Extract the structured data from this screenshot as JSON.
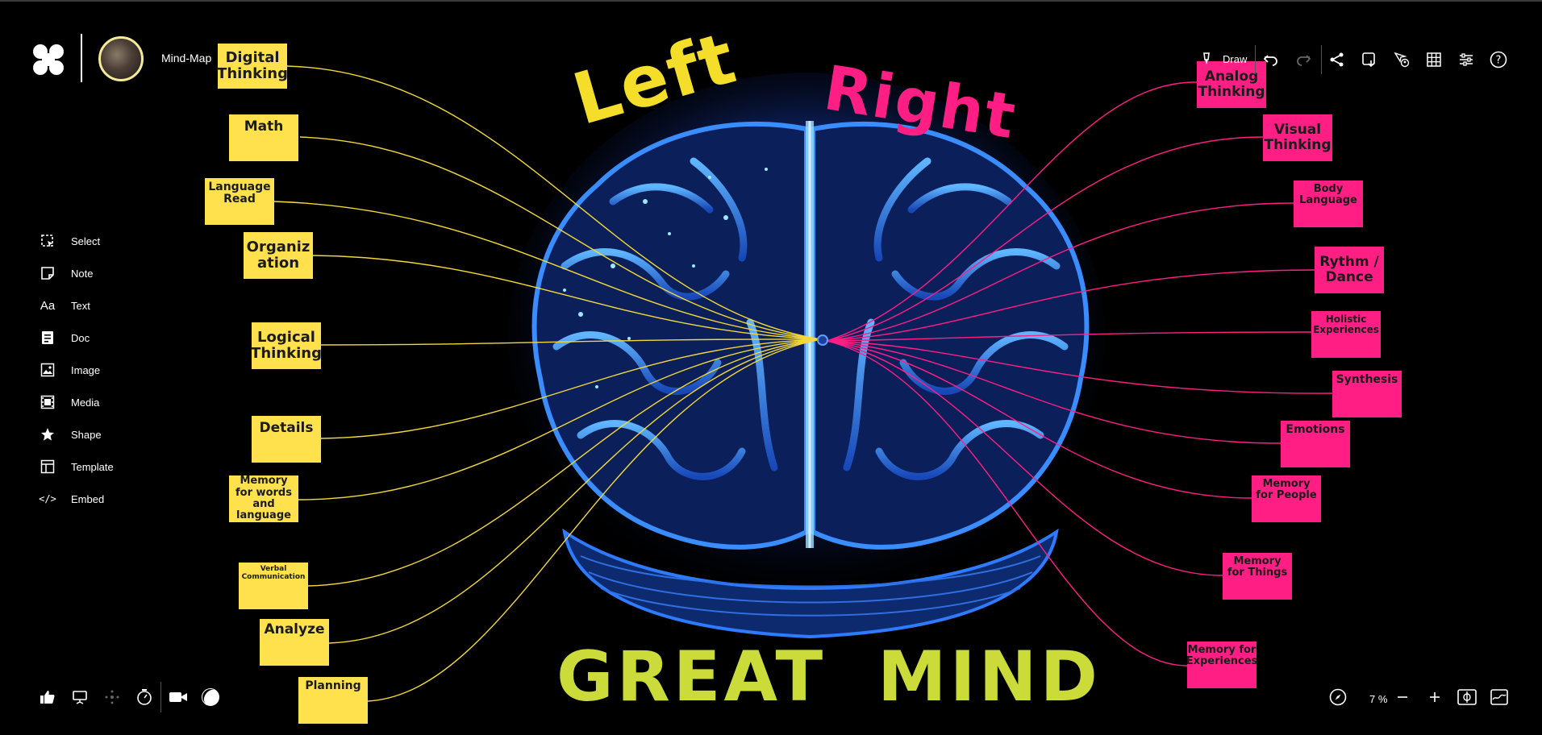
{
  "header": {
    "board_title": "Mind-Map"
  },
  "left_toolbar": {
    "tools": [
      {
        "label": "Select",
        "icon": "select-icon"
      },
      {
        "label": "Note",
        "icon": "note-icon"
      },
      {
        "label": "Text",
        "icon": "text-icon",
        "glyph": "Aa"
      },
      {
        "label": "Doc",
        "icon": "doc-icon"
      },
      {
        "label": "Image",
        "icon": "image-icon"
      },
      {
        "label": "Media",
        "icon": "media-icon"
      },
      {
        "label": "Shape",
        "icon": "star-icon"
      },
      {
        "label": "Template",
        "icon": "template-icon"
      },
      {
        "label": "Embed",
        "icon": "embed-icon",
        "glyph": "</>"
      }
    ]
  },
  "top_right_toolbar": {
    "draw_label": "Draw"
  },
  "zoom": {
    "level": "7 %"
  },
  "canvas": {
    "left_title": "Left",
    "right_title": "Right",
    "footer_title": "GREAT MIND",
    "left_notes": [
      "Digital Thinking",
      "Math",
      "Language Read",
      "Organiz ation",
      "Logical Thinking",
      "Details",
      "Memory for words and language",
      "Verbal Communication",
      "Analyze",
      "Planning"
    ],
    "right_notes": [
      "Analog Thinking",
      "Visual Thinking",
      "Body Language",
      "Rythm / Dance",
      "Holistic Experiences",
      "Synthesis",
      "Emotions",
      "Memory for People",
      "Memory for Things",
      "Memory for Experiences"
    ]
  },
  "colors": {
    "left_accent": "#ffe14d",
    "right_accent": "#ff1f84",
    "footer_accent": "#cbdc3a",
    "brain": "#2b7bff"
  }
}
